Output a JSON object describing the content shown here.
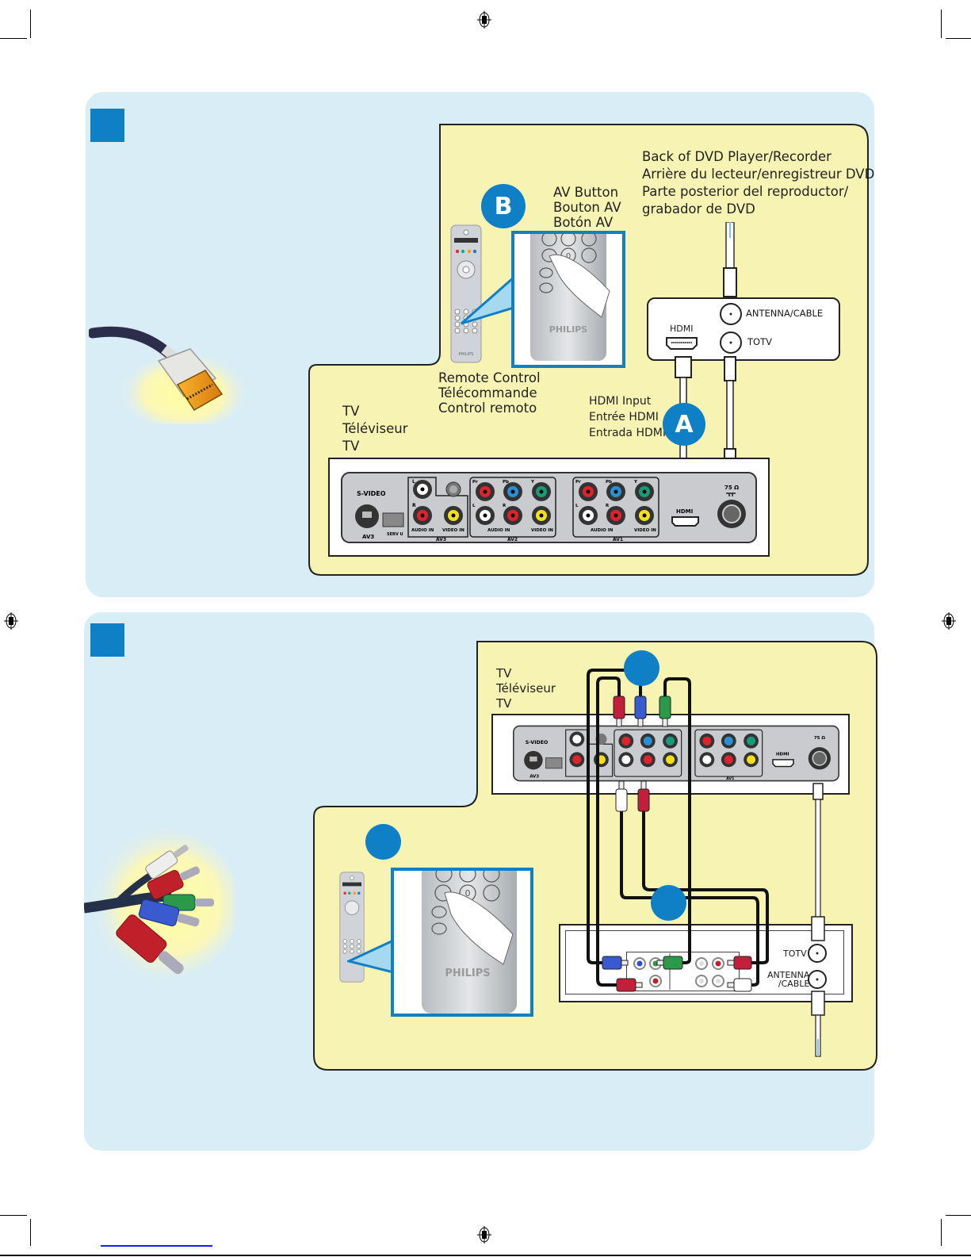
{
  "page": {
    "background": "#ffffff",
    "panel_color": "#d9edf7",
    "diagram_color": "#f7f3b3",
    "accent": "#0f7fc6"
  },
  "section1": {
    "step_number": "",
    "badge_b": "B",
    "badge_a": "A",
    "av_button": [
      "AV Button",
      "Bouton AV",
      "Botón AV"
    ],
    "dvd_back": [
      "Back of DVD Player/Recorder",
      "Arrière du lecteur/enregistreur DVD",
      "Parte posterior del reproductor/",
      "grabador de DVD"
    ],
    "remote_control": [
      "Remote Control",
      "Télécommande",
      "Control remoto"
    ],
    "hdmi_input": [
      "HDMI Input",
      "Entrée HDMI",
      "Entrada HDMI"
    ],
    "tv": [
      "TV",
      "Téléviseur",
      "TV"
    ],
    "dvd_panel": {
      "hdmi": "HDMI",
      "antenna": "ANTENNA/CABLE",
      "totv": "TOTV"
    },
    "remote_brand": "PHILIPS",
    "cable_image": "hdmi-cable"
  },
  "tv_panel": {
    "svideo": "S-VIDEO",
    "av3_under_svideo": "AV3",
    "serv_u": "SERV U",
    "groups": [
      {
        "name": "AV3",
        "top": [
          "L"
        ],
        "audio": "AUDIO IN",
        "video": "VIDEO IN"
      },
      {
        "name": "AV2",
        "top": [
          "Pr",
          "Pb",
          "Y"
        ],
        "bottom_labels": [
          "L",
          "R"
        ],
        "audio": "AUDIO IN",
        "video": "VIDEO IN"
      },
      {
        "name": "AV1",
        "top": [
          "Pr",
          "Pb",
          "Y"
        ],
        "bottom_labels": [
          "L",
          "R"
        ],
        "audio": "AUDIO IN",
        "video": "VIDEO IN"
      }
    ],
    "av3_r": "R",
    "hdmi": "HDMI",
    "ohm": "75 Ω"
  },
  "section2": {
    "step_number": "",
    "tv": [
      "TV",
      "Téléviseur",
      "TV"
    ],
    "dvd_panel": {
      "totv": "TOTV",
      "antenna": [
        "ANTENNA",
        "/CABLE"
      ]
    },
    "remote_brand": "PHILIPS",
    "cable_image": "component-rca-cables"
  }
}
